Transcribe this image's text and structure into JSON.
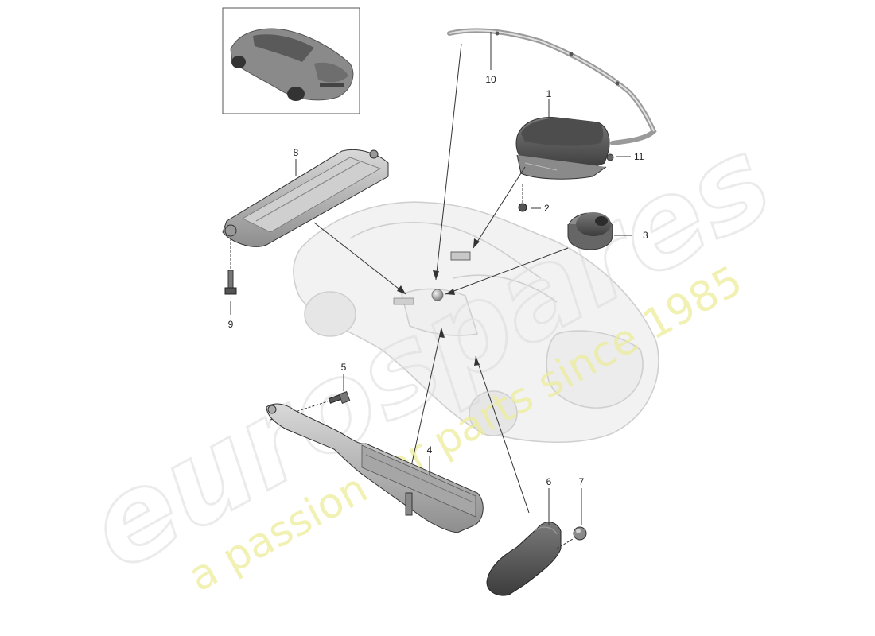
{
  "watermark": {
    "brand": "eurospares",
    "tagline": "a passion for parts since 1985",
    "brand_color": "#d8d8d8",
    "tagline_color": "#eeee9a"
  },
  "callouts": [
    {
      "id": "1",
      "label": "1"
    },
    {
      "id": "2",
      "label": "2"
    },
    {
      "id": "3",
      "label": "3"
    },
    {
      "id": "4",
      "label": "4"
    },
    {
      "id": "5",
      "label": "5"
    },
    {
      "id": "6",
      "label": "6"
    },
    {
      "id": "7",
      "label": "7"
    },
    {
      "id": "8",
      "label": "8"
    },
    {
      "id": "9",
      "label": "9"
    },
    {
      "id": "10",
      "label": "10"
    },
    {
      "id": "11",
      "label": "11"
    }
  ],
  "thumbnail": {
    "icon": "car-thumbnail-icon"
  },
  "colors": {
    "line": "#333333",
    "part_fill": "#b9b9b9",
    "part_dark": "#555555",
    "car_ghost": "#d6d6d6"
  }
}
